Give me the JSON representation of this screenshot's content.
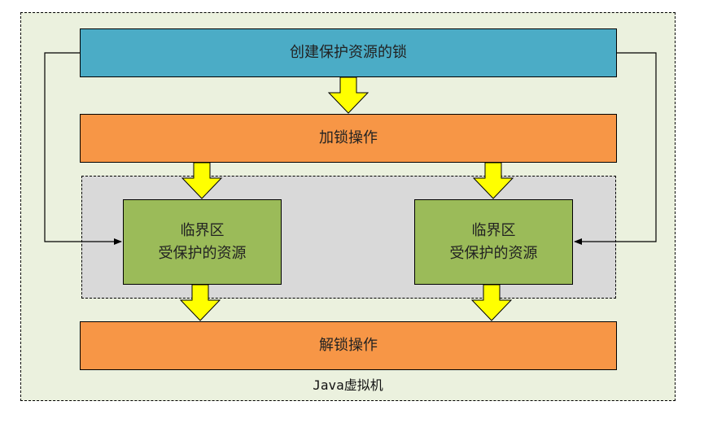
{
  "diagram": {
    "outer_frame_label": "Java虚拟机",
    "create_lock": "创建保护资源的锁",
    "lock_op": "加锁操作",
    "critical_left": {
      "line1": "临界区",
      "line2": "受保护的资源"
    },
    "critical_right": {
      "line1": "临界区",
      "line2": "受保护的资源"
    },
    "unlock_op": "解锁操作"
  },
  "colors": {
    "frame_bg": "#ebf1de",
    "zone_bg": "#d9d9d9",
    "create_box": "#4bacc6",
    "op_box": "#f79646",
    "critical_box": "#9bbb59",
    "flow_arrow": "#ffff00"
  }
}
